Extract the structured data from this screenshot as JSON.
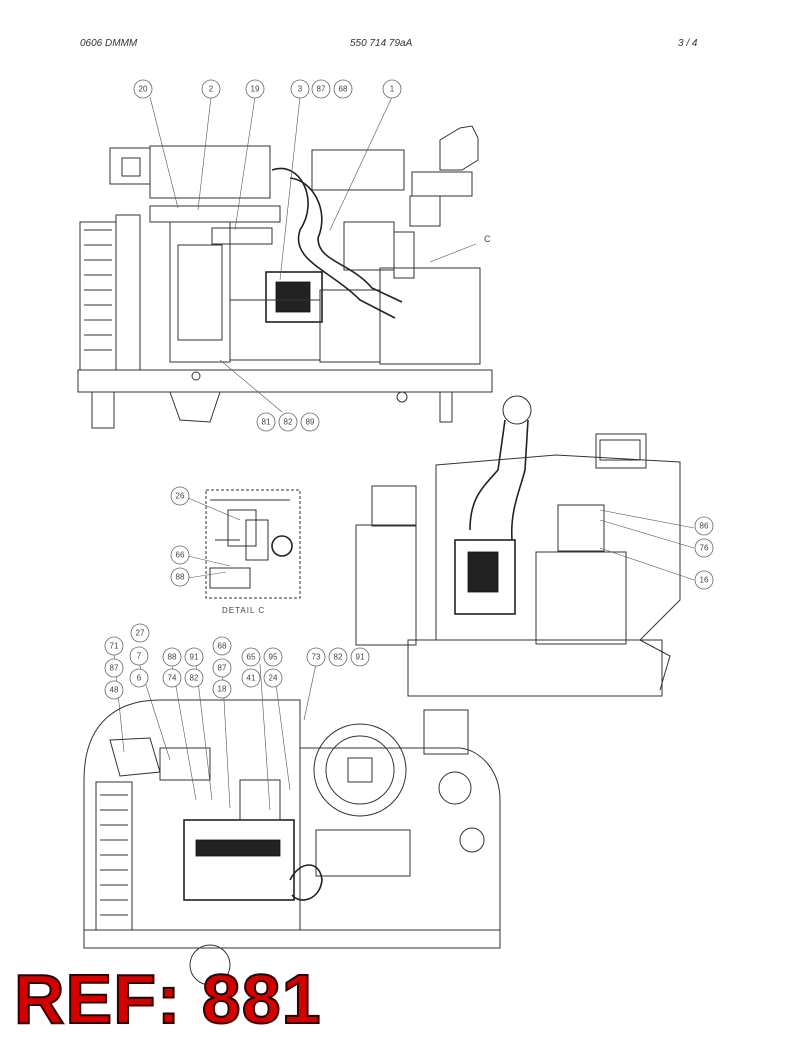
{
  "header": {
    "left": "0606 DMMM",
    "center": "550 714 79aA",
    "right": "3 /   4"
  },
  "detail_label": "DETAIL C",
  "stamp": "REF: 881",
  "view_a": {
    "callouts": [
      "20",
      "2",
      "19",
      "3",
      "87",
      "68",
      "1",
      "C",
      "81",
      "82",
      "89"
    ]
  },
  "view_b": {
    "callouts": [
      "86",
      "76",
      "16"
    ]
  },
  "detail_c": {
    "callouts": [
      "26",
      "66",
      "88"
    ]
  },
  "view_c": {
    "callouts": [
      "27",
      "71",
      "7",
      "87",
      "6",
      "48",
      "88",
      "91",
      "74",
      "82",
      "68",
      "87",
      "18",
      "65",
      "95",
      "41",
      "24",
      "73",
      "82",
      "91"
    ]
  },
  "colors": {
    "stamp": "#d40000",
    "line": "#333333"
  }
}
